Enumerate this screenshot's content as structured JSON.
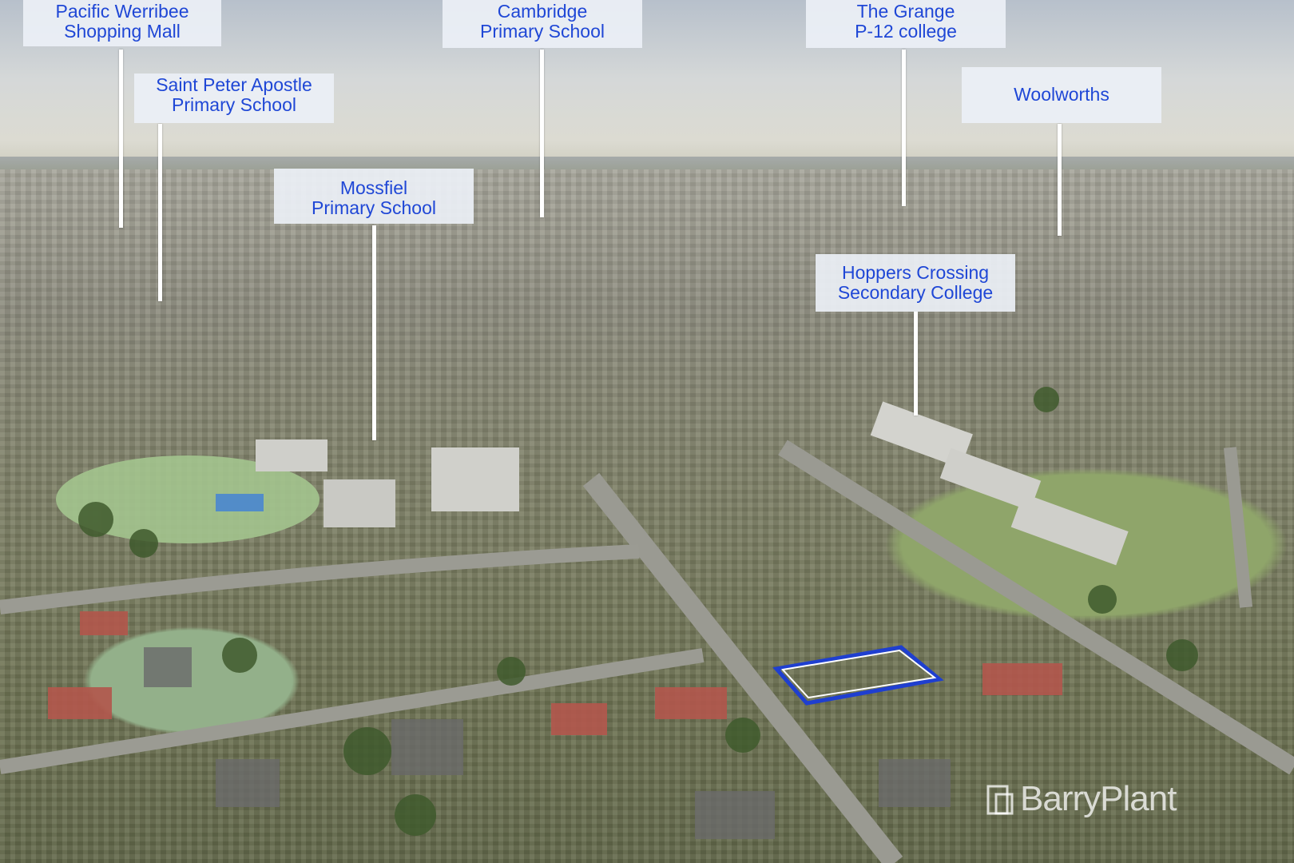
{
  "labels": [
    {
      "id": "pacific-werribee",
      "line1": "Pacific Werribee",
      "line2": "Shopping Mall"
    },
    {
      "id": "saint-peter",
      "line1": "Saint Peter Apostle",
      "line2": "Primary School"
    },
    {
      "id": "mossfiel",
      "line1": "Mossfiel",
      "line2": "Primary School"
    },
    {
      "id": "cambridge",
      "line1": "Cambridge",
      "line2": "Primary School"
    },
    {
      "id": "the-grange",
      "line1": "The Grange",
      "line2": "P-12 college"
    },
    {
      "id": "woolworths",
      "line1": "Woolworths",
      "line2": ""
    },
    {
      "id": "hoppers-crossing",
      "line1": "Hoppers Crossing",
      "line2": "Secondary College"
    }
  ],
  "watermark": "BarryPlant",
  "colors": {
    "label_text": "#1f47d6",
    "label_bg": "#eef1f6",
    "marker": "#1f3fd0"
  },
  "icons": {
    "watermark_logo": "barryplant-logo-icon"
  }
}
